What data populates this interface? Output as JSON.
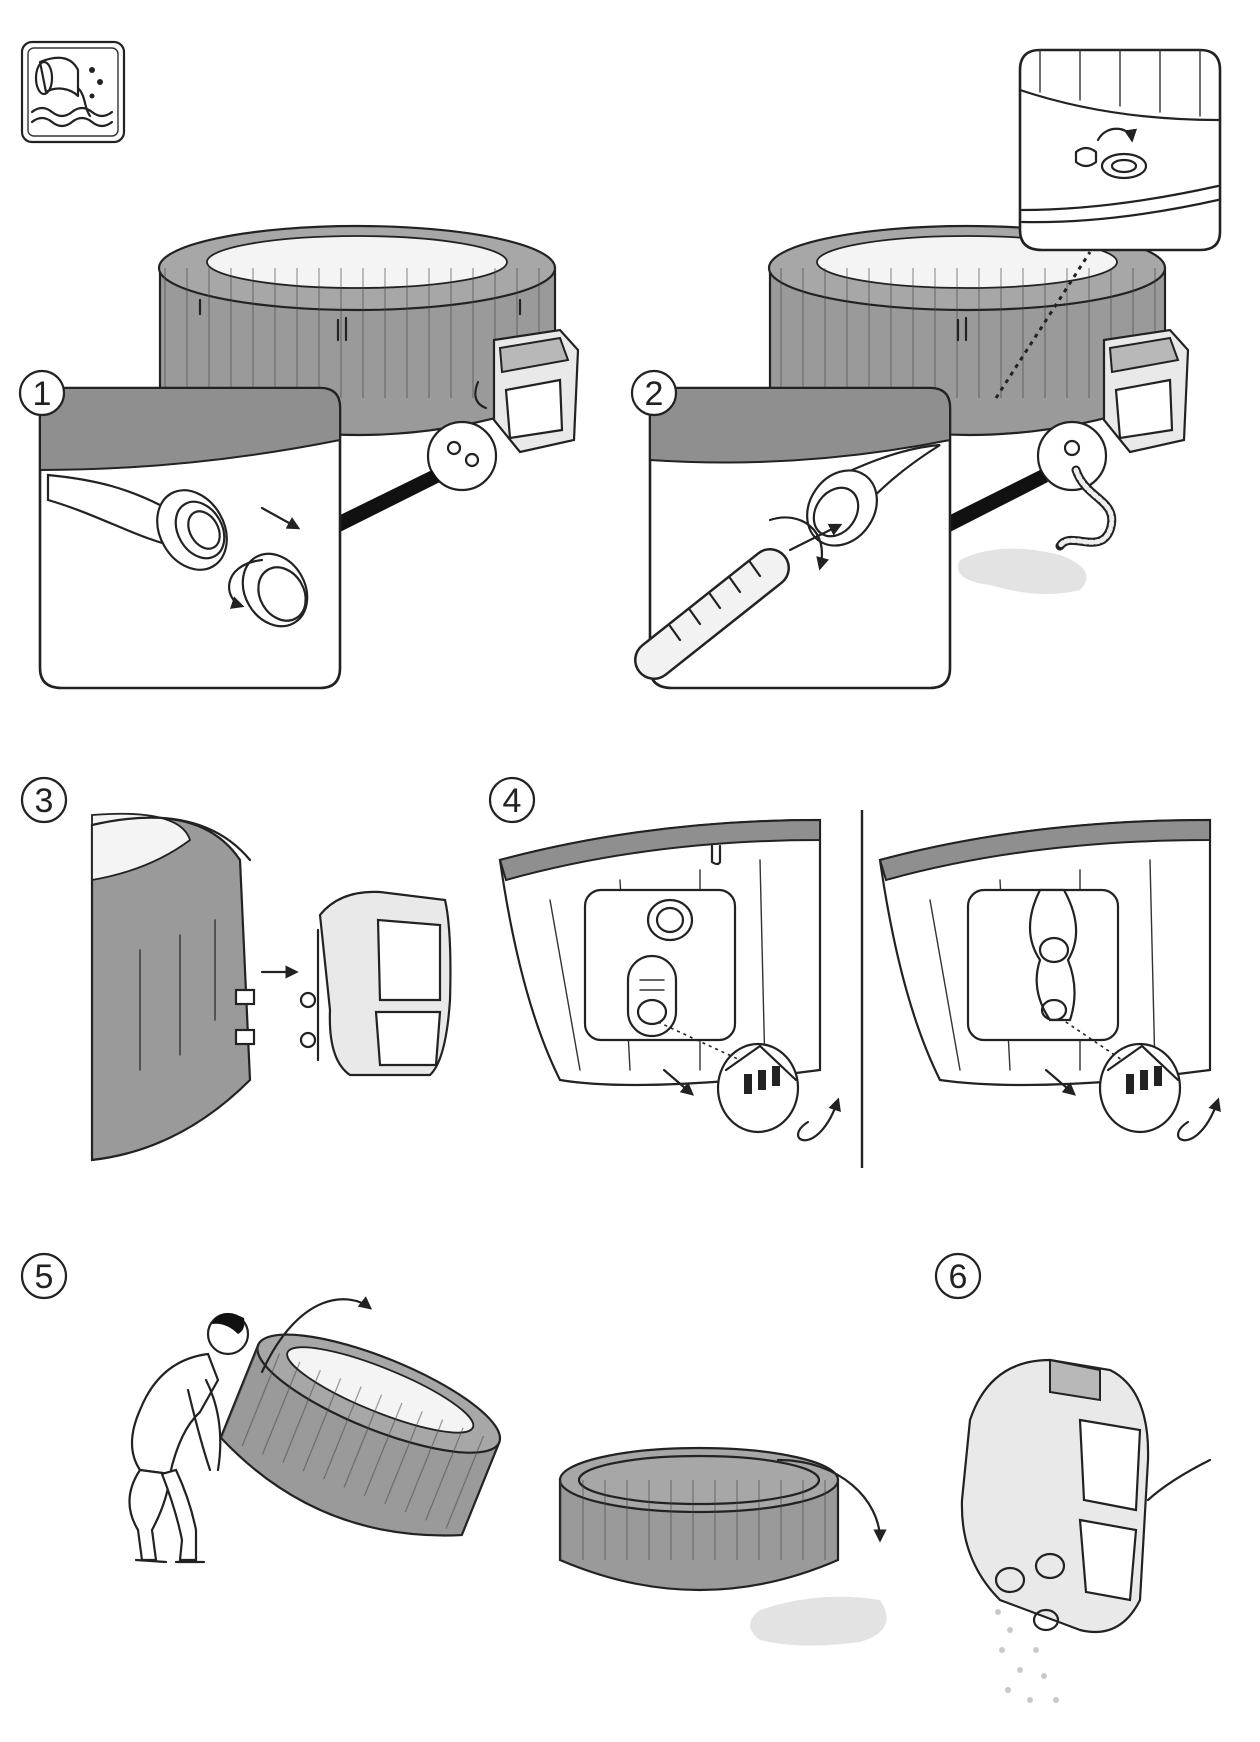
{
  "icon": {
    "name": "drain-water-icon"
  },
  "steps": [
    {
      "label": "1"
    },
    {
      "label": "2"
    },
    {
      "label": "3"
    },
    {
      "label": "4"
    },
    {
      "label": "5"
    },
    {
      "label": "6"
    }
  ],
  "colors": {
    "ink": "#222222",
    "tub": "#9a9a9a",
    "puddle": "#e3e3e3"
  }
}
